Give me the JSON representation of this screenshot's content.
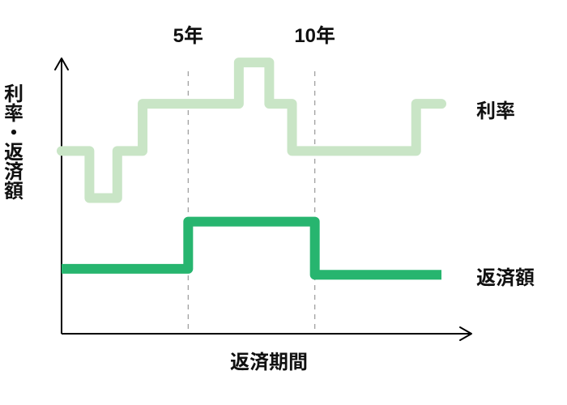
{
  "chart_data": {
    "type": "line",
    "xlabel": "返済期間",
    "ylabel": "利率・返済額",
    "x_ticks": [
      "5年",
      "10年"
    ],
    "x_tick_values": [
      5,
      10
    ],
    "xlim": [
      0,
      15
    ],
    "ylim": [
      0,
      100
    ],
    "grid": false,
    "series": [
      {
        "name": "利率",
        "step": true,
        "values": [
          {
            "x": 0.0,
            "y": 62
          },
          {
            "x": 1.1,
            "y": 62
          },
          {
            "x": 1.1,
            "y": 46
          },
          {
            "x": 2.2,
            "y": 46
          },
          {
            "x": 2.2,
            "y": 62
          },
          {
            "x": 3.2,
            "y": 62
          },
          {
            "x": 3.2,
            "y": 78
          },
          {
            "x": 7.0,
            "y": 78
          },
          {
            "x": 7.0,
            "y": 92
          },
          {
            "x": 8.2,
            "y": 92
          },
          {
            "x": 8.2,
            "y": 78
          },
          {
            "x": 9.1,
            "y": 78
          },
          {
            "x": 9.1,
            "y": 62
          },
          {
            "x": 14.0,
            "y": 62
          },
          {
            "x": 14.0,
            "y": 78
          },
          {
            "x": 15.0,
            "y": 78
          }
        ],
        "color": "#c9e5c6"
      },
      {
        "name": "返済額",
        "step": true,
        "values": [
          {
            "x": 0.0,
            "y": 22
          },
          {
            "x": 5.0,
            "y": 22
          },
          {
            "x": 5.0,
            "y": 38
          },
          {
            "x": 10.0,
            "y": 38
          },
          {
            "x": 10.0,
            "y": 20
          },
          {
            "x": 15.0,
            "y": 20
          }
        ],
        "color": "#27b56f"
      }
    ]
  }
}
